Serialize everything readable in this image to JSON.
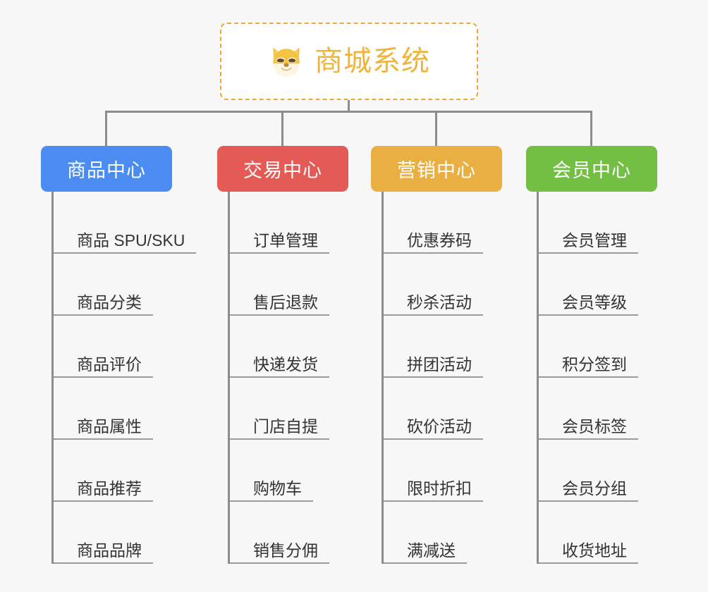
{
  "page": {
    "background_color": "#f7f7f7",
    "connector_color": "#8c8c8c"
  },
  "root": {
    "title": "商城系统",
    "icon": "dog-face-icon",
    "text_color": "#f0b43c",
    "border_color": "#e9a83c",
    "background_color": "#ffffff"
  },
  "branches": [
    {
      "label": "商品中心",
      "color": "#4a8cf0",
      "items": [
        "商品 SPU/SKU",
        "商品分类",
        "商品评价",
        "商品属性",
        "商品推荐",
        "商品品牌"
      ]
    },
    {
      "label": "交易中心",
      "color": "#e45b55",
      "items": [
        "订单管理",
        "售后退款",
        "快递发货",
        "门店自提",
        "购物车",
        "销售分佣"
      ]
    },
    {
      "label": "营销中心",
      "color": "#eaaf43",
      "items": [
        "优惠券码",
        "秒杀活动",
        "拼团活动",
        "砍价活动",
        "限时折扣",
        "满减送"
      ]
    },
    {
      "label": "会员中心",
      "color": "#72bf44",
      "items": [
        "会员管理",
        "会员等级",
        "积分签到",
        "会员标签",
        "会员分组",
        "收货地址"
      ]
    }
  ]
}
